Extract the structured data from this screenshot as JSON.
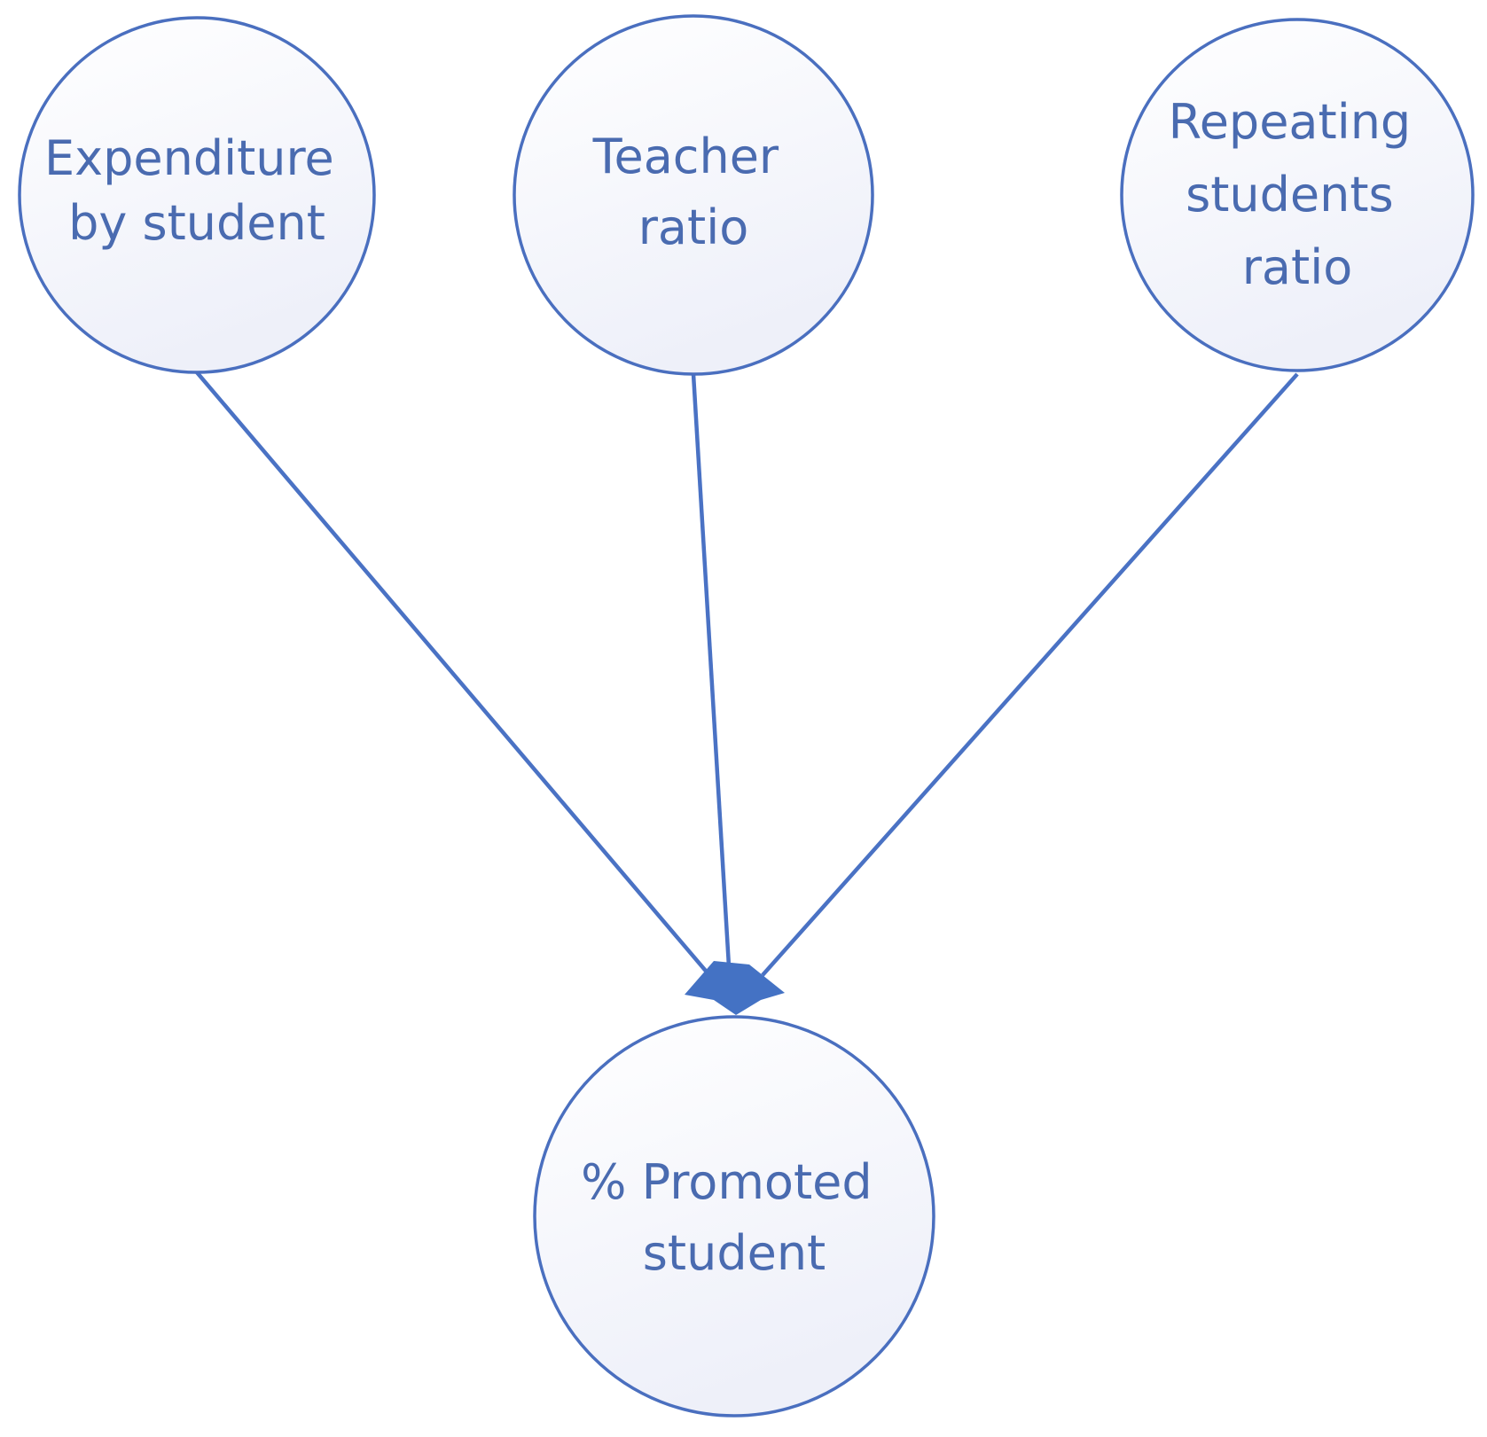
{
  "diagram": {
    "colors": {
      "stroke": "#4a6fbf",
      "edge": "#4a72c4",
      "arrowhead": "#4472c4",
      "text": "#4a6bb0",
      "fill_light": "#ffffff",
      "fill_shade": "#eef0f9"
    },
    "nodes": [
      {
        "id": "expenditure",
        "lines": [
          "Expenditure",
          "by student"
        ]
      },
      {
        "id": "teacher",
        "lines": [
          "Teacher",
          "ratio"
        ]
      },
      {
        "id": "repeating",
        "lines": [
          "Repeating",
          "students",
          "ratio"
        ]
      },
      {
        "id": "promoted",
        "lines": [
          "% Promoted",
          "student"
        ]
      }
    ],
    "edges": [
      {
        "from": "expenditure",
        "to": "promoted"
      },
      {
        "from": "teacher",
        "to": "promoted"
      },
      {
        "from": "repeating",
        "to": "promoted"
      }
    ]
  }
}
